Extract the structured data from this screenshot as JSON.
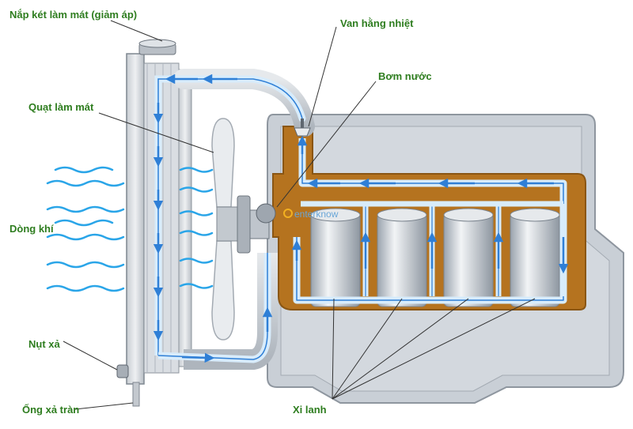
{
  "labels": {
    "radiator_cap": "Nắp két làm mát (giảm áp)",
    "thermostat": "Van hằng nhiệt",
    "water_pump": "Bơm nước",
    "cooling_fan": "Quạt làm mát",
    "airflow": "Dòng khí",
    "drain_plug": "Nụt xả",
    "overflow_pipe": "Ống xả tràn",
    "cylinders": "Xi lanh"
  },
  "watermark": "enterknow",
  "colors": {
    "label": "#2e7d1f",
    "coolant_arrow": "#2f7fd6",
    "coolant_fill": "#d8ecfb",
    "engine_block": "#c9cfd6",
    "coolant_jacket": "#b5731f",
    "airflow": "#2aa5e8"
  }
}
